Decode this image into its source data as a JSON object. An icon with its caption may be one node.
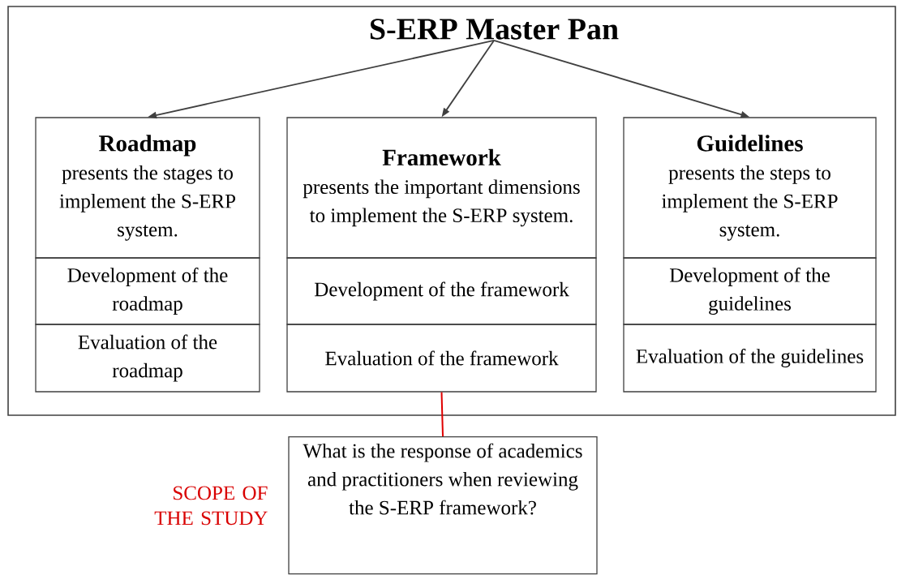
{
  "diagram": {
    "nodes": [
      {
        "text": [
          "S-ERP Master Pan"
        ]
      },
      {
        "text": [
          "Roadmap",
          "presents the stages to implement the S-ERP system."
        ],
        "in": 0
      },
      {
        "text": [
          "Development of the roadmap"
        ],
        "in": 0
      },
      {
        "text": [
          "Evaluation of the roadmap"
        ],
        "in": 0
      },
      {
        "text": [
          "Framework",
          "presents the important dimensions to implement the S-ERP system."
        ],
        "in": 0
      },
      {
        "text": [
          "Development of the framework"
        ],
        "in": 0
      },
      {
        "text": [
          "Evaluation of the framework"
        ],
        "in": 0
      },
      {
        "text": [
          "Guidelines",
          "presents the steps to implement the S-ERP system."
        ],
        "in": 0
      },
      {
        "text": [
          "Development of the guidelines"
        ],
        "in": 0
      },
      {
        "text": [
          "Evaluation of the guidelines"
        ],
        "in": 0
      },
      {
        "text": [
          "What is the response of academics and practitioners when reviewing the S-ERP framework?"
        ],
        "beside": [
          "SCOPE OF THE STUDY"
        ]
      }
    ],
    "edges": [
      {
        "from": 0,
        "to": 1,
        "arrow": "to"
      },
      {
        "from": 0,
        "to": 4,
        "arrow": "to"
      },
      {
        "from": 0,
        "to": 7,
        "arrow": "to"
      },
      {
        "from": 6,
        "to": 10,
        "arrow": "none",
        "color": "#e00000"
      }
    ]
  }
}
